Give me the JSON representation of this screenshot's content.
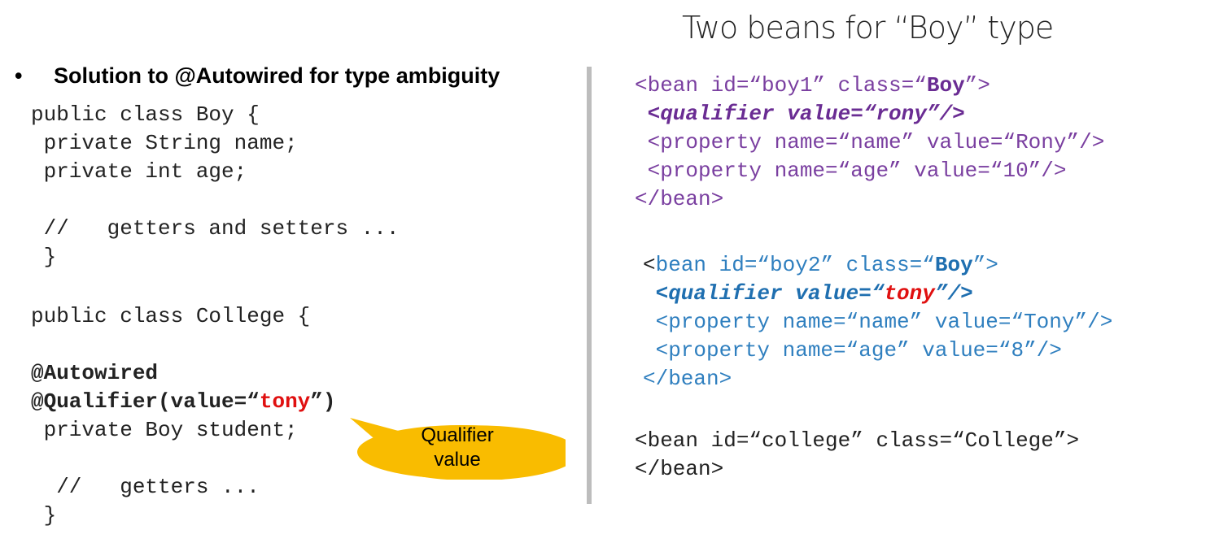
{
  "title": "Two beans for “Boy” type",
  "heading": {
    "bullet": "•",
    "text": "Solution to @Autowired for type ambiguity"
  },
  "java": {
    "boy_class": "public class Boy {",
    "name_field": " private String name;",
    "age_field": " private int age;",
    "comment": " //   getters and setters ...",
    "close1": " }",
    "college_class": "public class College {",
    "autowired": "@Autowired",
    "qualifier_prefix": "@Qualifier(value=“",
    "qualifier_value": "tony",
    "qualifier_suffix": "”)",
    "student_field": " private Boy student;",
    "comment2": "  //   getters ...",
    "close2": " }"
  },
  "callout": {
    "line1": "Qualifier",
    "line2": "value"
  },
  "xml": {
    "bean1": {
      "open_prefix": "<bean id=“boy1” class=“",
      "open_class": "Boy",
      "open_suffix": "”>",
      "qualifier_prefix": " <qualifier value=“",
      "qualifier_value": "rony",
      "qualifier_suffix": "”/>",
      "prop_name": " <property name=“name” value=“Rony”/>",
      "prop_age": " <property name=“age” value=“10”/>",
      "close": "</bean>"
    },
    "bean2": {
      "open_lt": "<",
      "open_prefix": "bean id=“boy2” class=“",
      "open_class": "Boy",
      "open_suffix": "”>",
      "qualifier_prefix": " <qualifier value=“",
      "qualifier_value": "tony",
      "qualifier_suffix": "”/>",
      "prop_name": " <property name=“name” value=“Tony”/>",
      "prop_age": " <property name=“age” value=“8”/>",
      "close": "</bean>"
    },
    "college": {
      "open": "<bean id=“college” class=“College”>",
      "close": "</bean>"
    }
  },
  "colors": {
    "purple": "#7a3fa0",
    "blue": "#2f7fbf",
    "red": "#e01010",
    "callout": "#f9bc00",
    "divider": "#bdbdbd"
  }
}
